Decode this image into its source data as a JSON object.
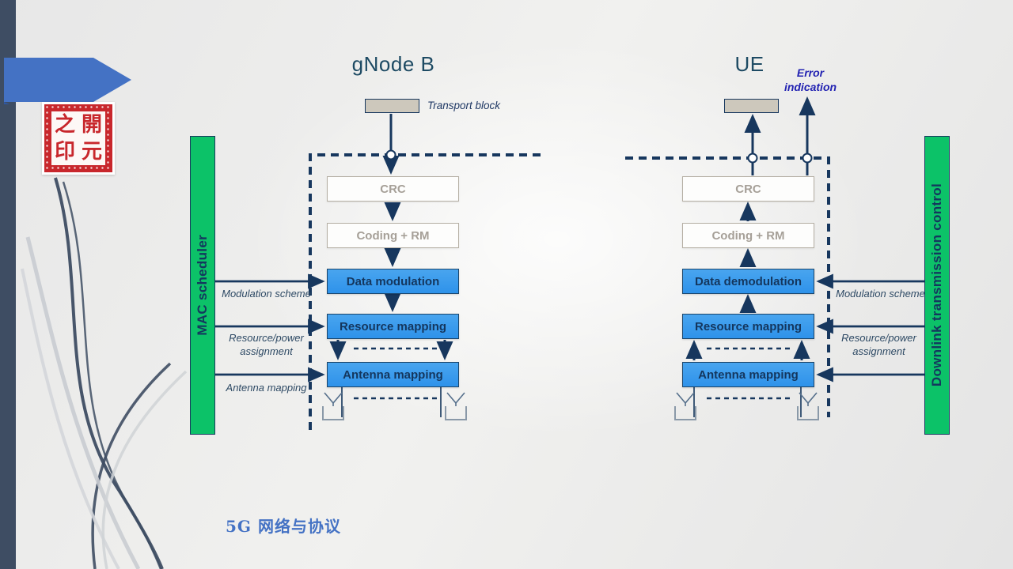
{
  "slide": {
    "footer_text": "5G 网络与协议",
    "stamp": {
      "chars": [
        "之",
        "開",
        "印",
        "元"
      ]
    },
    "colors": {
      "accent_blue": "#4472C4",
      "line_navy": "#17375E",
      "controller_green": "#0CC268",
      "process_box_blue": "#3399EC",
      "title_blue": "#1D4A63",
      "error_blue": "#2222B2",
      "inactive_box_text": "#A6A098"
    }
  },
  "gnb": {
    "title": "gNode B",
    "transport_block_label": "Transport block",
    "boxes": [
      {
        "label": "CRC"
      },
      {
        "label": "Coding + RM"
      },
      {
        "label": "Data modulation"
      },
      {
        "label": "Resource mapping"
      },
      {
        "label": "Antenna mapping"
      }
    ],
    "controller_label": "MAC scheduler",
    "control_inputs": [
      {
        "label": "Modulation scheme"
      },
      {
        "label": "Resource/power assignment"
      },
      {
        "label": "Antenna mapping"
      }
    ]
  },
  "ue": {
    "title": "UE",
    "error_indication_label": "Error indication",
    "boxes": [
      {
        "label": "CRC"
      },
      {
        "label": "Coding + RM"
      },
      {
        "label": "Data demodulation"
      },
      {
        "label": "Resource mapping"
      },
      {
        "label": "Antenna mapping"
      }
    ],
    "controller_label": "Downlink transmission control",
    "control_inputs": [
      {
        "label": "Modulation scheme"
      },
      {
        "label": "Resource/power assignment"
      }
    ]
  }
}
